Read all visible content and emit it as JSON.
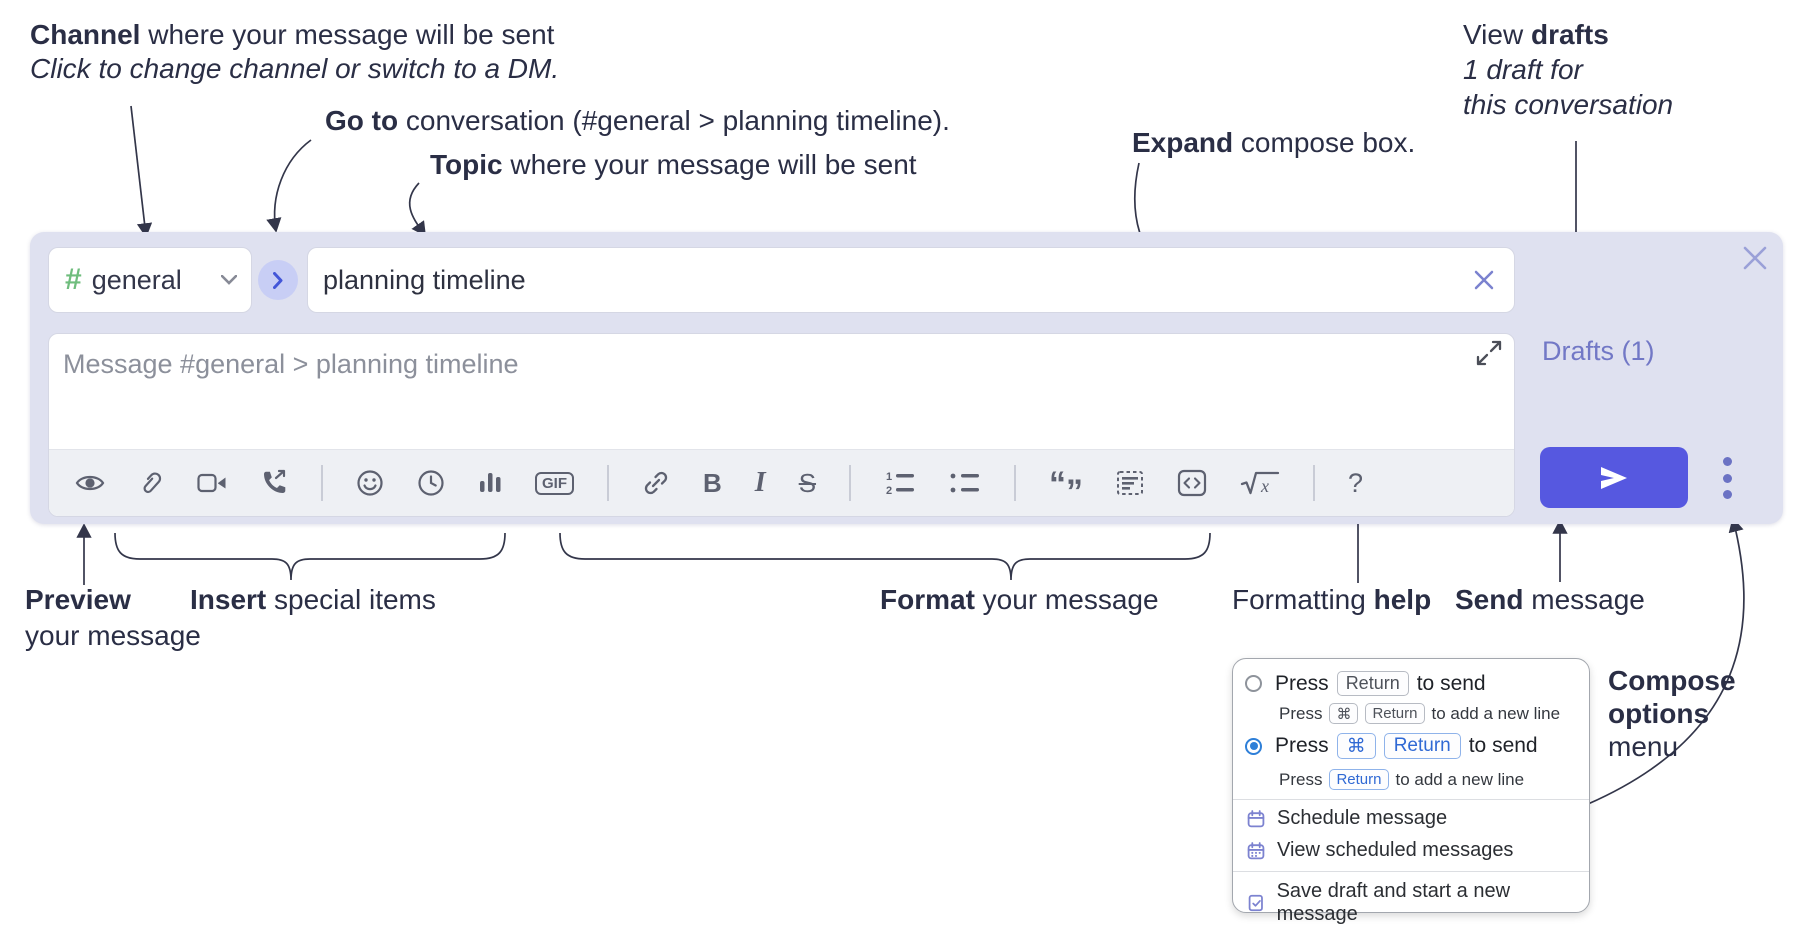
{
  "annotations": {
    "channel_line1_bold": "Channel",
    "channel_line1_rest": " where your message will be sent",
    "channel_line2": "Click to change channel or switch to a DM.",
    "goto_bold": "Go to",
    "goto_rest": " conversation (#general > planning timeline).",
    "topic_bold": "Topic",
    "topic_rest": " where your message will be sent",
    "expand_bold": "Expand",
    "expand_rest": " compose box.",
    "drafts_line1_pre": "View ",
    "drafts_line1_bold": "drafts",
    "drafts_line2": "1 draft for",
    "drafts_line3": "this conversation",
    "preview_bold": "Preview",
    "preview_line2": "your message",
    "insert_bold": "Insert",
    "insert_rest": " special items",
    "format_bold": "Format",
    "format_rest": " your message",
    "help_pre": "Formatting ",
    "help_bold": "help",
    "send_bold": "Send",
    "send_rest": " message",
    "compose_line1": "Compose",
    "compose_line2": "options",
    "compose_line3": "menu"
  },
  "composer": {
    "channel": {
      "hash": "#",
      "name": "general"
    },
    "topic_value": "planning timeline",
    "message_placeholder": "Message #general > planning timeline",
    "drafts_link": "Drafts (1)",
    "toolbar": {
      "gif": "GIF",
      "bold": "B",
      "italic": "I",
      "strike": "S",
      "quote_open": "“",
      "quote_close": "”",
      "sqrt": "√",
      "sqrt_var": "x",
      "ol_1": "1",
      "ol_2": "2",
      "help": "?",
      "icons": [
        "preview-eye",
        "attachment-paperclip",
        "video-camera",
        "audio-call",
        "divider",
        "emoji",
        "clock",
        "poll-bars",
        "gif",
        "divider",
        "link",
        "bold",
        "italic",
        "strikethrough",
        "divider",
        "ordered-list",
        "bulleted-list",
        "divider",
        "blockquote",
        "code-snippet",
        "code",
        "formula",
        "divider",
        "formatting-help"
      ]
    }
  },
  "menu": {
    "press": "Press",
    "key_return": "Return",
    "key_cmd": "⌘",
    "to_send": "to send",
    "to_newline": "to add a new line",
    "items": [
      {
        "label": "Schedule message",
        "icon": "calendar"
      },
      {
        "label": "View scheduled messages",
        "icon": "calendar-grid"
      },
      {
        "label": "Save draft and start a new message",
        "icon": "document-check"
      }
    ]
  },
  "colors": {
    "ink": "#2a2e45",
    "lavender": "#dfe1f0",
    "send_button": "#5658e0",
    "link_purple": "#7278c6",
    "hash_green": "#6fbd7d",
    "go_circle_bg": "#c8cef5",
    "go_circle_arrow": "#4356d8",
    "radio_selected": "#2e7fd8",
    "key_blue": "#3069d4",
    "icon_gray": "#5d6170",
    "placeholder_gray": "#8c909b"
  }
}
